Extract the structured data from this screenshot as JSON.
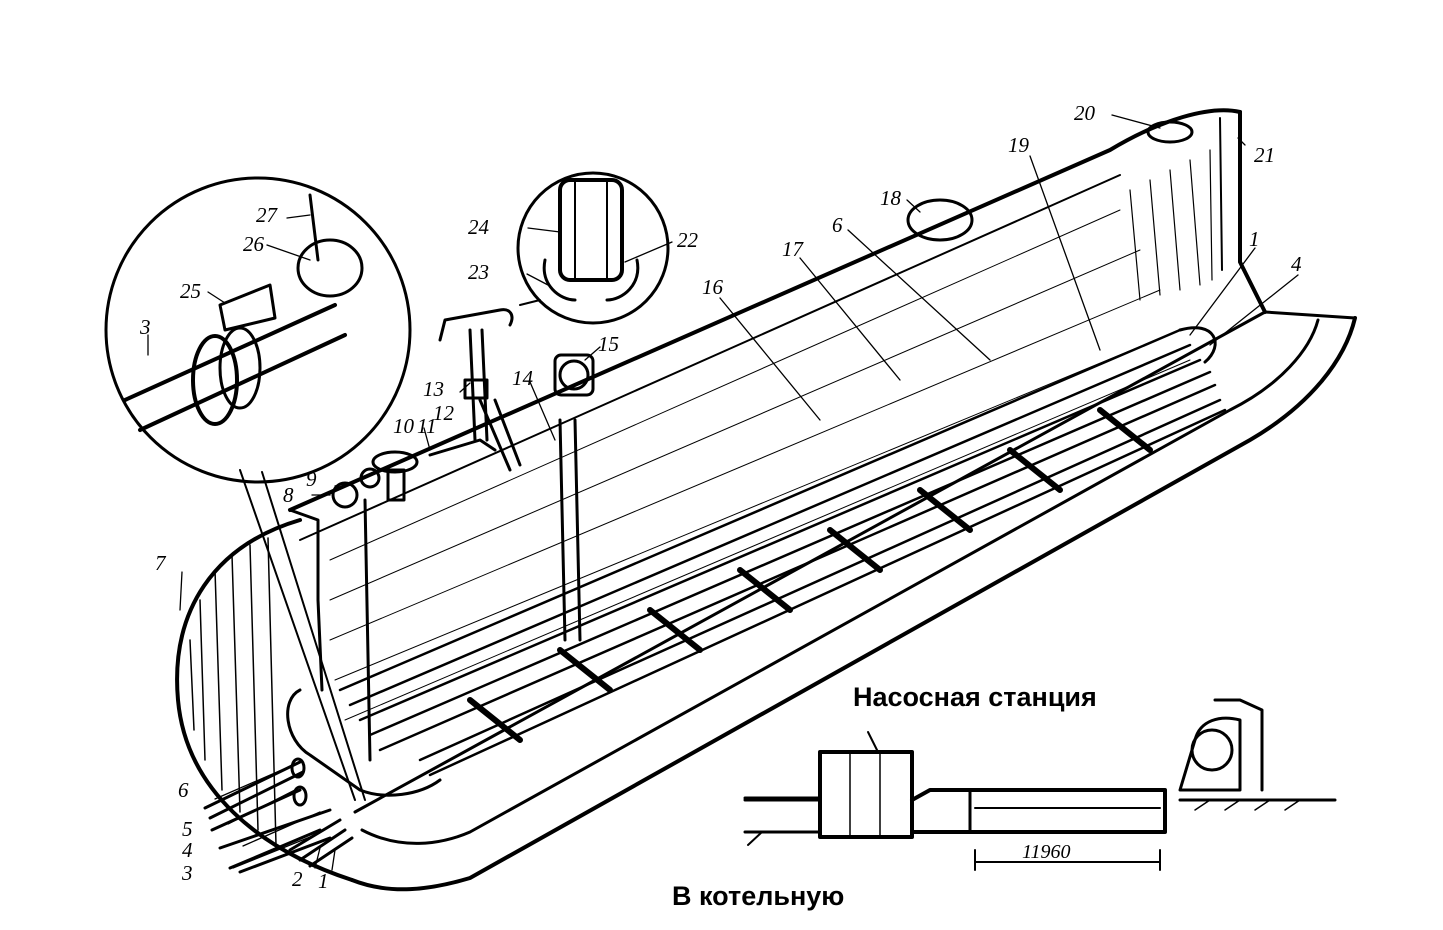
{
  "labels": {
    "l1": "1",
    "l2": "2",
    "l3": "3",
    "l4": "4",
    "l5": "5",
    "l6": "6",
    "l7": "7",
    "l8": "8",
    "l9": "9",
    "l10": "10",
    "l11": "11",
    "l12": "12",
    "l13": "13",
    "l14": "14",
    "l15": "15",
    "l16": "16",
    "l17": "17",
    "l18": "18",
    "l19": "19",
    "l20": "20",
    "l21": "21",
    "l22": "22",
    "l23": "23",
    "l24": "24",
    "l25": "25",
    "l26": "26",
    "l27": "27"
  },
  "schematic": {
    "pump_station": "Насосная станция",
    "to_boiler": "В котельную",
    "length_dimension": "11960"
  }
}
